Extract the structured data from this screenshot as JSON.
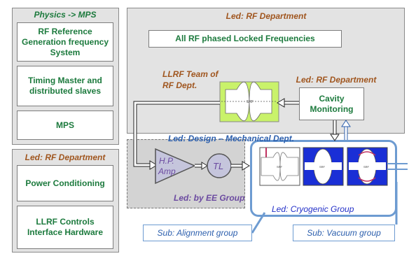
{
  "left_top": {
    "heading": "Physics -> MPS",
    "boxes": [
      "RF Reference Generation frequency System",
      "Timing Master and distributed slaves",
      "MPS"
    ]
  },
  "left_bottom": {
    "heading": "Led: RF Department",
    "boxes": [
      "Power Conditioning",
      "LLRF Controls Interface Hardware"
    ]
  },
  "top_panel": {
    "heading": "Led: RF Department",
    "banner": "All RF phased Locked Frequencies",
    "llrf_label_line1": "LLRF Team of",
    "llrf_label_line2": "RF Dept.",
    "cavity_heading": "Led: RF Department",
    "cavity_box": "Cavity Monitoring"
  },
  "mechanical_label": "Led: Design – Mechanical Dept.",
  "ee_group": {
    "amp": "H.P. Amp",
    "tl": "TL",
    "label": "Led: by EE Group"
  },
  "cryo_label": "Led: Cryogenic Group",
  "sub_alignment": "Sub: Alignment group",
  "sub_vacuum": "Sub: Vacuum group",
  "srf_labels": [
    "SRF",
    "SRF",
    "SRF"
  ],
  "colors": {
    "panel_gray": "#e3e3e3",
    "green_text": "#1c7a3d",
    "brown_text": "#a0561f",
    "blue_text": "#2c5fad",
    "cavity_blue": "#1a2fd6",
    "light_green": "#c9f26a"
  }
}
